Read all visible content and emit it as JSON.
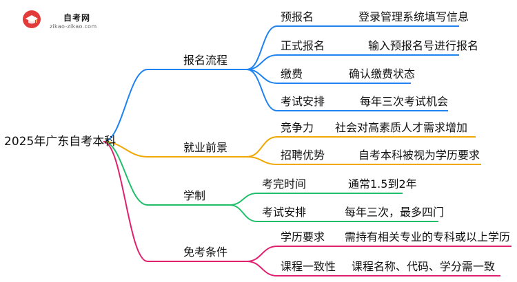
{
  "logo": {
    "name": "自考网",
    "url": "zikao-zikao.com"
  },
  "root": "2025年广东自考本科",
  "branches": [
    {
      "label": "报名流程",
      "color": "#1e82f0",
      "items": [
        {
          "label": "预报名",
          "detail": "登录管理系统填写信息"
        },
        {
          "label": "正式报名",
          "detail": "输入预报名号进行报名"
        },
        {
          "label": "缴费",
          "detail": "确认缴费状态"
        },
        {
          "label": "考试安排",
          "detail": "每年三次考试机会"
        }
      ]
    },
    {
      "label": "就业前景",
      "color": "#f0a800",
      "items": [
        {
          "label": "竞争力",
          "detail": "社会对高素质人才需求增加"
        },
        {
          "label": "招聘优势",
          "detail": "自考本科被视为学历要求"
        }
      ]
    },
    {
      "label": "学制",
      "color": "#1fbf6a",
      "items": [
        {
          "label": "考完时间",
          "detail": "通常1.5到2年"
        },
        {
          "label": "考试安排",
          "detail": "每年三次，最多四门"
        }
      ]
    },
    {
      "label": "免考条件",
      "color": "#e0206e",
      "items": [
        {
          "label": "学历要求",
          "detail": "需持有相关专业的专科或以上学历"
        },
        {
          "label": "课程一致性",
          "detail": "课程名称、代码、学分需一致"
        }
      ]
    }
  ]
}
